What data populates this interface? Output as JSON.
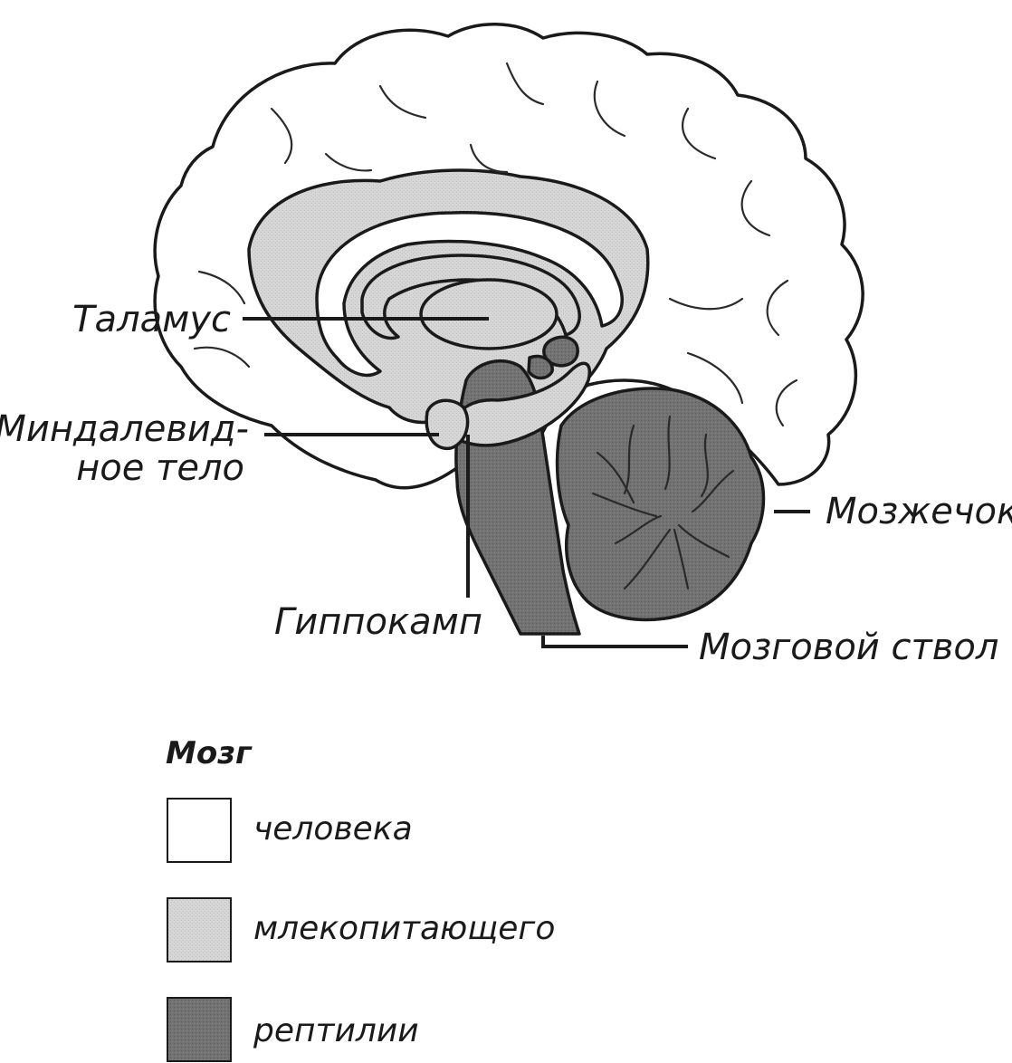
{
  "colors": {
    "human": "#ffffff",
    "mammal": "#d3d3d3",
    "reptile": "#6f6f6f",
    "ink": "#1a1a1a"
  },
  "labels": {
    "thalamus": "Таламус",
    "amygdala_line1": "Миндалевид-",
    "amygdala_line2": "ное тело",
    "cerebellum": "Мозжечок",
    "hippocampus": "Гиппокамп",
    "brainstem": "Мозговой ствол"
  },
  "legend": {
    "title": "Мозг",
    "items": [
      {
        "label": "человека",
        "color_key": "human"
      },
      {
        "label": "млекопитающего",
        "color_key": "mammal"
      },
      {
        "label": "рептилии",
        "color_key": "reptile"
      }
    ]
  }
}
